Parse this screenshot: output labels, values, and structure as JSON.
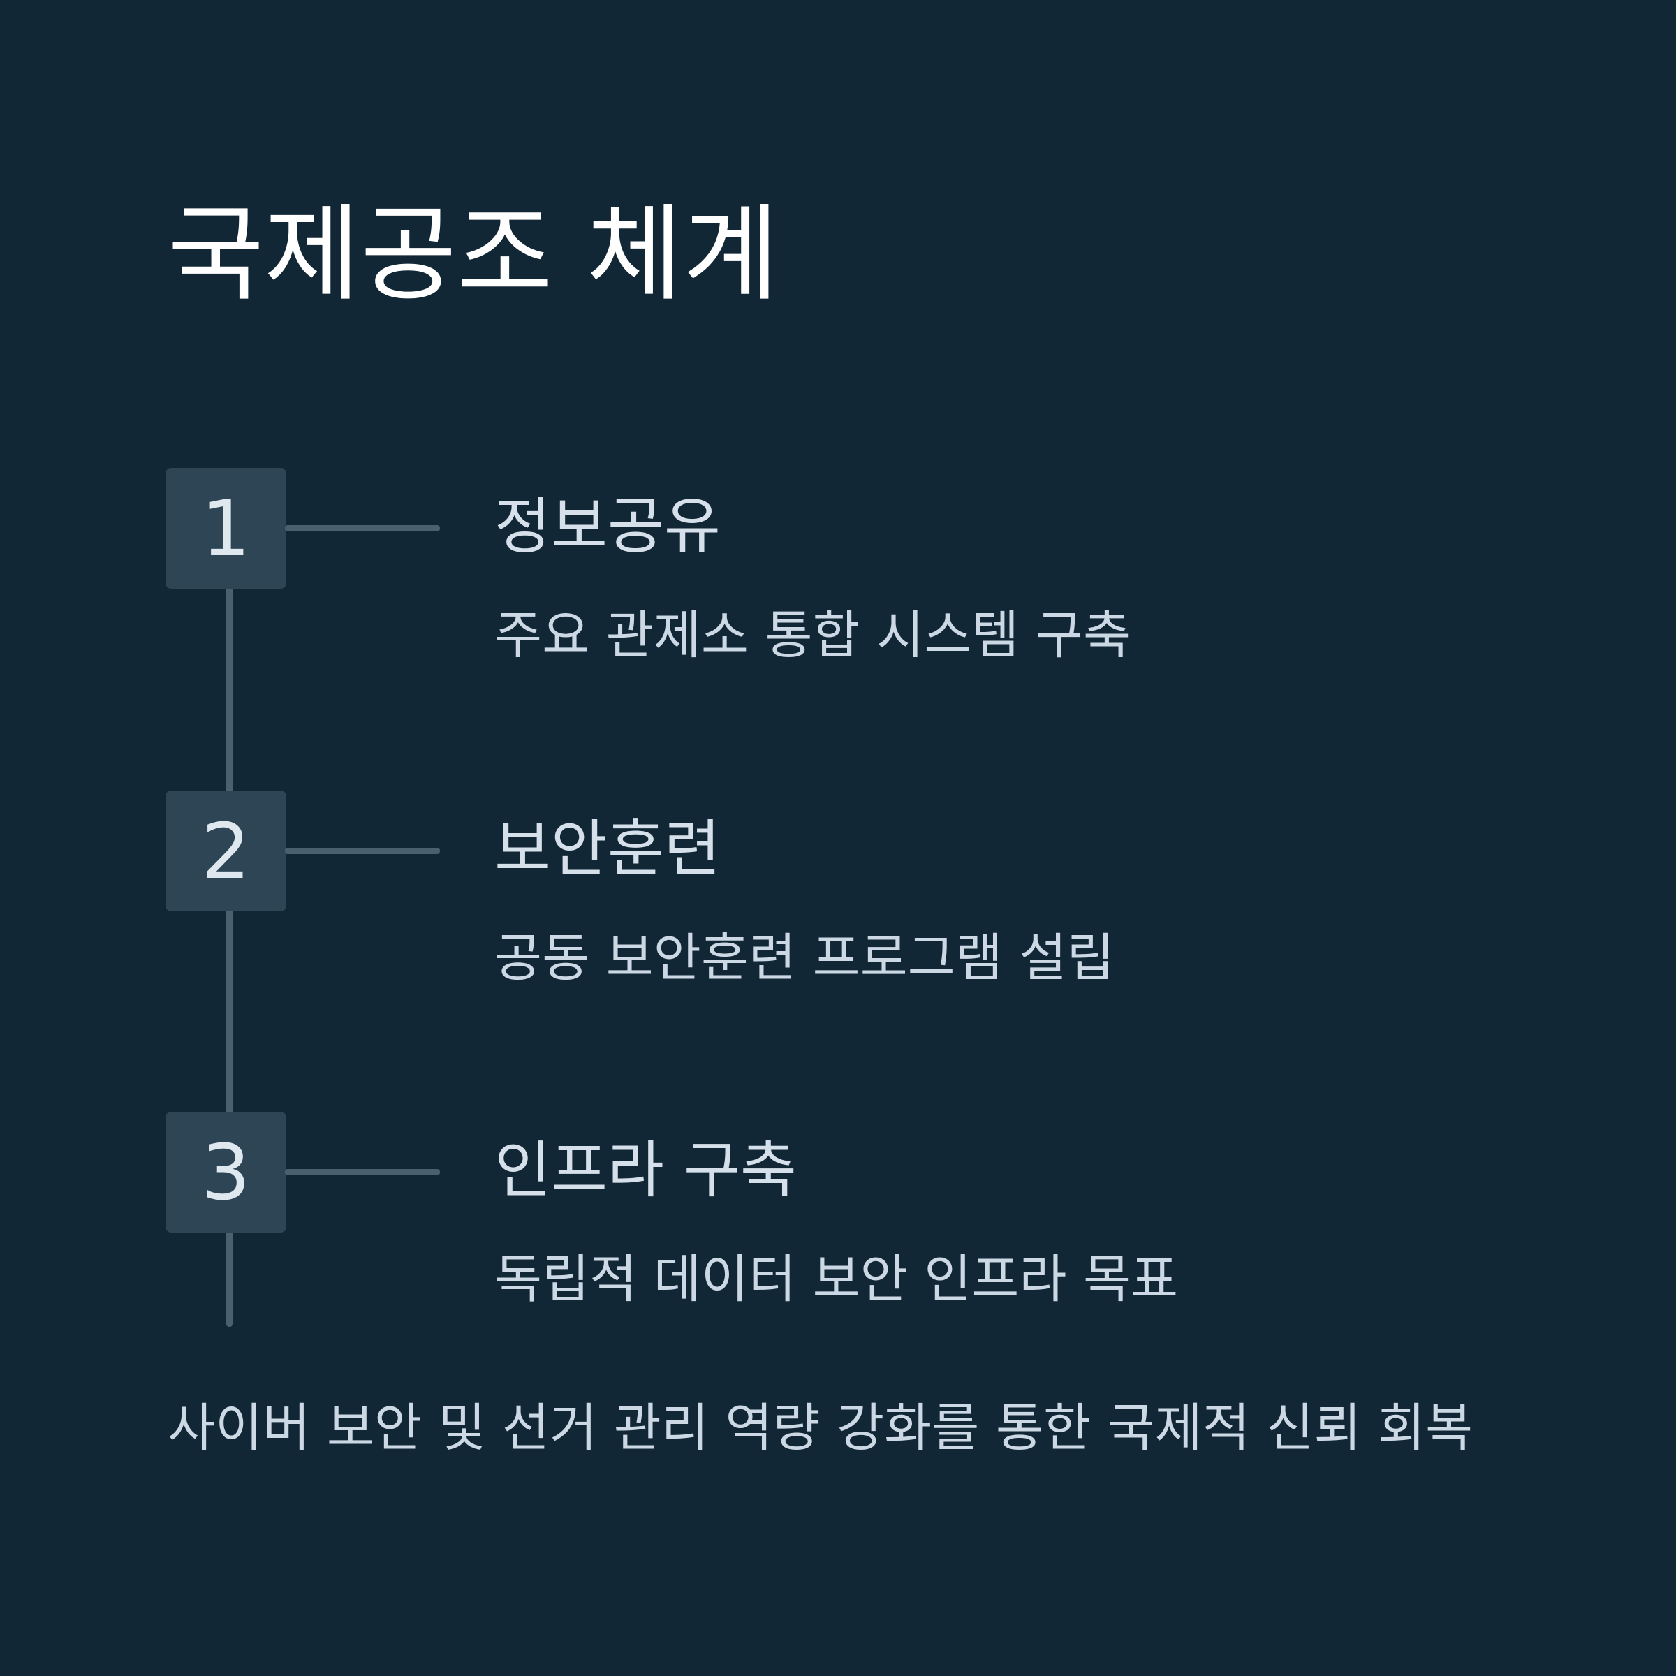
{
  "title": "국제공조 체계",
  "steps": [
    {
      "number": "1",
      "title": "정보공유",
      "description": "주요 관제소 통합 시스템 구축"
    },
    {
      "number": "2",
      "title": "보안훈련",
      "description": "공동 보안훈련 프로그램 설립"
    },
    {
      "number": "3",
      "title": "인프라 구축",
      "description": "독립적 데이터 보안 인프라 목표"
    }
  ],
  "summary": "사이버 보안 및 선거 관리 역량 강화를 통한 국제적 신뢰 회복",
  "colors": {
    "background": "#122736",
    "step_box": "#2e4555",
    "line": "#4a5f70",
    "title_text": "#ffffff",
    "body_text": "#ccd8e4"
  }
}
